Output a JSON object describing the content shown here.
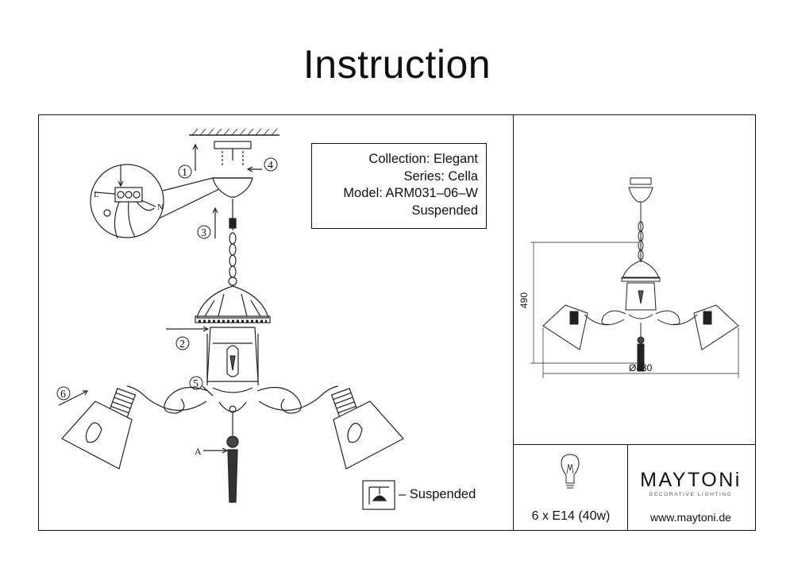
{
  "document": {
    "title": "Instruction"
  },
  "info": {
    "collection": "Collection: Elegant",
    "series": "Series: Cella",
    "model": "Model: ARM031–06–W",
    "mount": "Suspended"
  },
  "steps": {
    "s1": "1",
    "s2": "2",
    "s3": "3",
    "s4": "4",
    "s5": "5",
    "s6": "6",
    "a": "A",
    "l": "L",
    "n": "N"
  },
  "legend": {
    "suspended_text": "– Suspended"
  },
  "dimensions": {
    "height": "490",
    "diameter": "Ø830"
  },
  "specs": {
    "bulbs": "6 x E14 (40w)"
  },
  "brand": {
    "name": "MAYTONi",
    "tagline": "DECORATIVE LIGHTING",
    "website": "www.maytoni.de"
  },
  "icons": {
    "bulb": "bulb-icon",
    "suspended": "suspended-mount-icon"
  }
}
